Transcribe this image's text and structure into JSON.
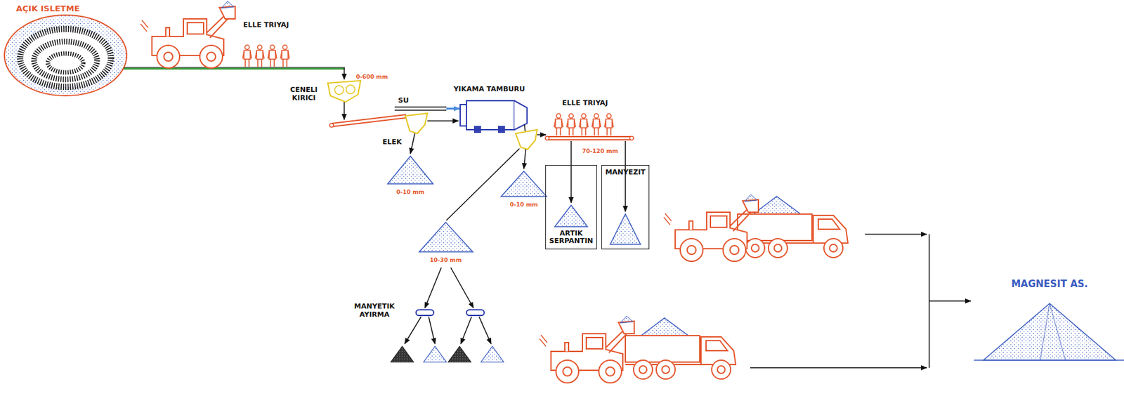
{
  "diagram": {
    "nodes": [
      {
        "text": [
          "ARTIK SERPANTIN"
        ]
      },
      {
        "text": [
          "MANYEZIT"
        ]
      }
    ],
    "labels": [
      "AÇIK ISLETME",
      "ELLE TRIYAJ",
      "0-600 mm",
      "CENELI KIRICI",
      "YIKAMA TAMBURU",
      "SU",
      "ELEK",
      "0-10 mm",
      "0-10 mm",
      "ELLE TRIYAJ",
      "70-120 mm",
      "10-30 mm",
      "MANYETIK AYIRMA",
      "MAGNESIT AS."
    ]
  }
}
